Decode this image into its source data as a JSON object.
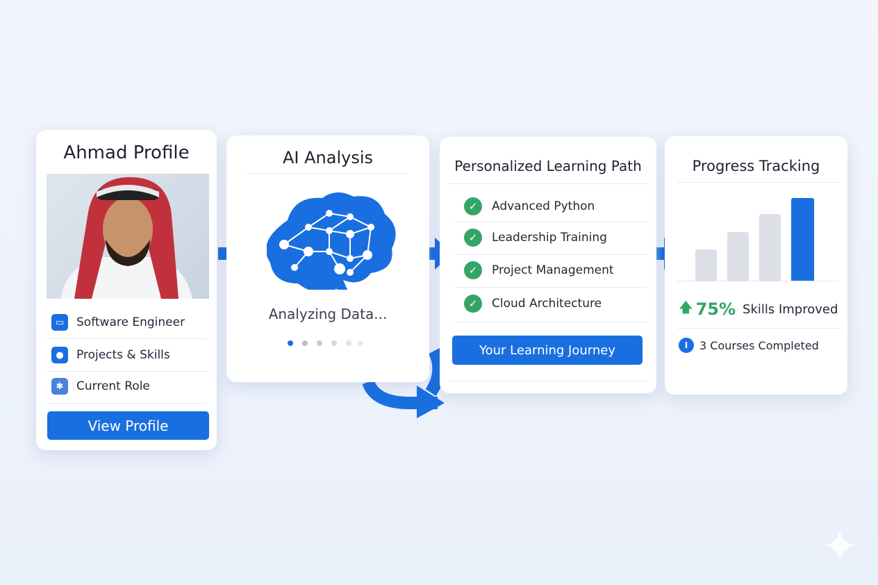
{
  "profile": {
    "title": "Ahmad Profile",
    "items": [
      {
        "label": "Software Engineer",
        "icon": "briefcase-icon"
      },
      {
        "label": "Projects & Skills",
        "icon": "user-icon"
      },
      {
        "label": "Current Role",
        "icon": "tools-icon"
      }
    ],
    "button": "View Profile"
  },
  "analysis": {
    "title": "AI Analysis",
    "status": "Analyzing Data...",
    "icon": "brain-network-icon"
  },
  "learning": {
    "title": "Personalized Learning Path",
    "items": [
      "Advanced Python",
      "Leadership Training",
      "Project Management",
      "Cloud Architecture"
    ],
    "button": "Your Learning Journey"
  },
  "progress": {
    "title": "Progress Tracking",
    "percent": "75%",
    "percent_label": "Skills Improved",
    "courses": "3 Courses Completed",
    "bars": [
      38,
      59,
      81,
      100
    ],
    "colors": {
      "accent": "#1a6fe0",
      "muted": "#dcdfe6",
      "success": "#34a567"
    }
  }
}
